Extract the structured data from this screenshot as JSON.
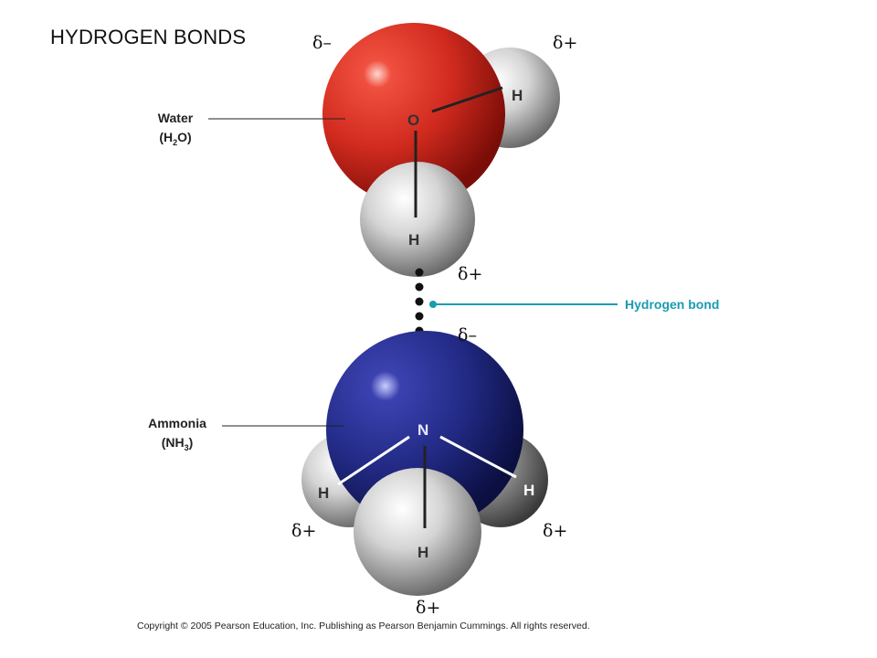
{
  "title": "HYDROGEN BONDS",
  "labels": {
    "water_name": "Water",
    "water_formula_a": "(H",
    "water_formula_sub": "2",
    "water_formula_b": "O)",
    "ammonia_name": "Ammonia",
    "ammonia_formula_a": "(NH",
    "ammonia_formula_sub": "3",
    "ammonia_formula_b": ")",
    "hydrogen_bond": "Hydrogen bond"
  },
  "atoms": {
    "water_o": "O",
    "water_h_right": "H",
    "water_h_bottom": "H",
    "ammonia_n": "N",
    "ammonia_h_left": "H",
    "ammonia_h_right": "H",
    "ammonia_h_bottom": "H"
  },
  "charges": {
    "water_o": "δ–",
    "water_h_right": "δ+",
    "water_h_bottom": "δ+",
    "ammonia_n": "δ–",
    "ammonia_h_left": "δ+",
    "ammonia_h_right": "δ+",
    "ammonia_h_bottom": "δ+"
  },
  "copyright": "Copyright © 2005 Pearson Education, Inc. Publishing as Pearson Benjamin Cummings. All rights reserved.",
  "colors": {
    "oxygen": "#d8281d",
    "nitrogen": "#1f2680",
    "hydrogen": "#cfcfcf",
    "hydrogen_bond": "#1a9bb0"
  }
}
